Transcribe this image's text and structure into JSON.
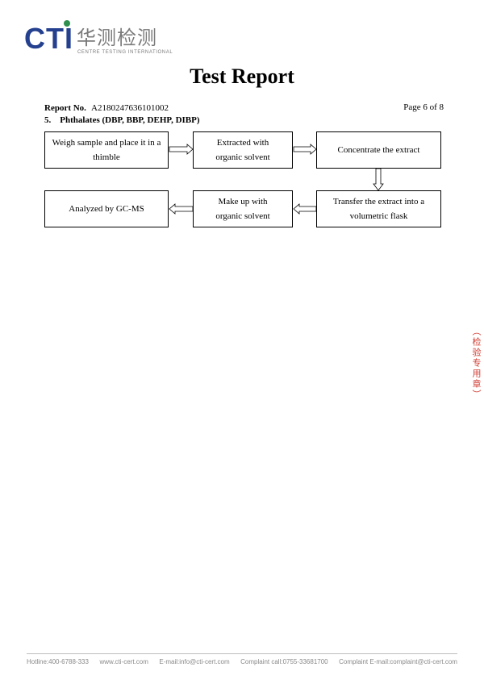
{
  "header": {
    "logo_text": "CTI",
    "logo_chinese": "华测检测",
    "logo_english": "CENTRE TESTING INTERNATIONAL",
    "brand_color": "#24408e",
    "accent_color": "#2f8f4e"
  },
  "document": {
    "title": "Test Report",
    "report_no_label": "Report No.",
    "report_no_value": "A2180247636101002",
    "page_label": "Page 6 of 8",
    "section_heading": "5.    Phthalates (DBP, BBP, DEHP, DIBP)"
  },
  "flow": {
    "steps": [
      {
        "label": "Weigh sample and place it in a thimble"
      },
      {
        "label": "Extracted with organic solvent"
      },
      {
        "label": "Concentrate the extract"
      },
      {
        "label": "Transfer the extract into a volumetric flask"
      },
      {
        "label": "Make up with organic solvent"
      },
      {
        "label": "Analyzed by GC-MS"
      }
    ]
  },
  "stamp": {
    "text": "（检验专用章）",
    "color": "#d03a2f"
  },
  "footer": {
    "hotline": "Hotline:400-6788-333",
    "website": "www.cti-cert.com",
    "email": "E-mail:info@cti-cert.com",
    "complaint_call": "Complaint call:0755-33681700",
    "complaint_email": "Complaint E-mail:complaint@cti-cert.com"
  }
}
